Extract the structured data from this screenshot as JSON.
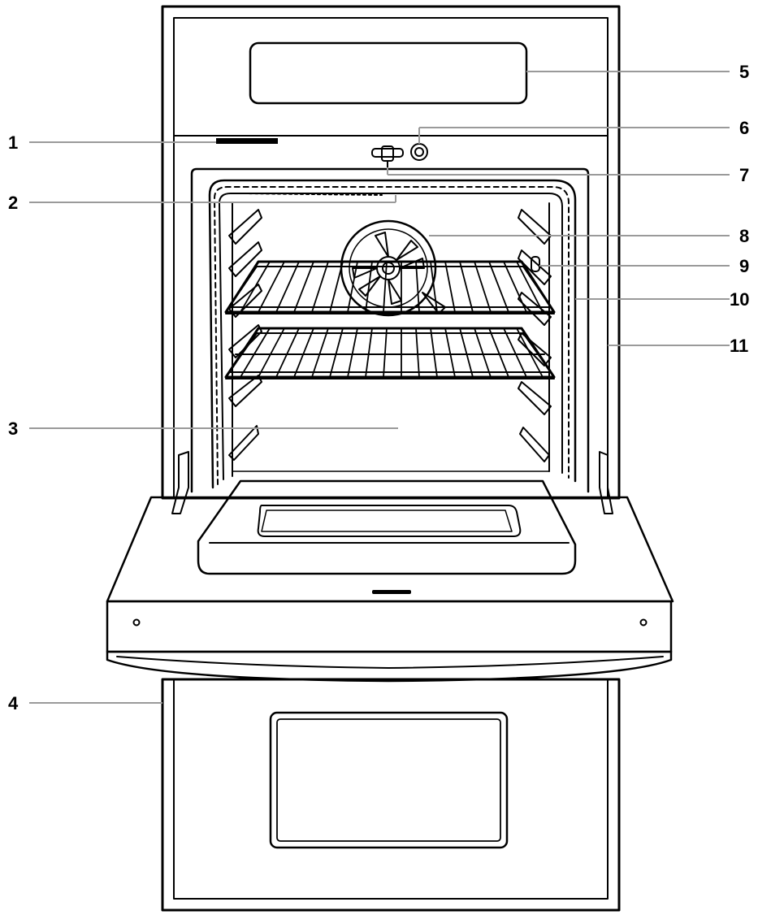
{
  "callouts": {
    "c1": "1",
    "c2": "2",
    "c3": "3",
    "c4": "4",
    "c5": "5",
    "c6": "6",
    "c7": "7",
    "c8": "8",
    "c9": "9",
    "c10": "10",
    "c11": "11"
  },
  "colors": {
    "line": "#000000",
    "leader": "#9a9a9a",
    "background": "#ffffff"
  }
}
